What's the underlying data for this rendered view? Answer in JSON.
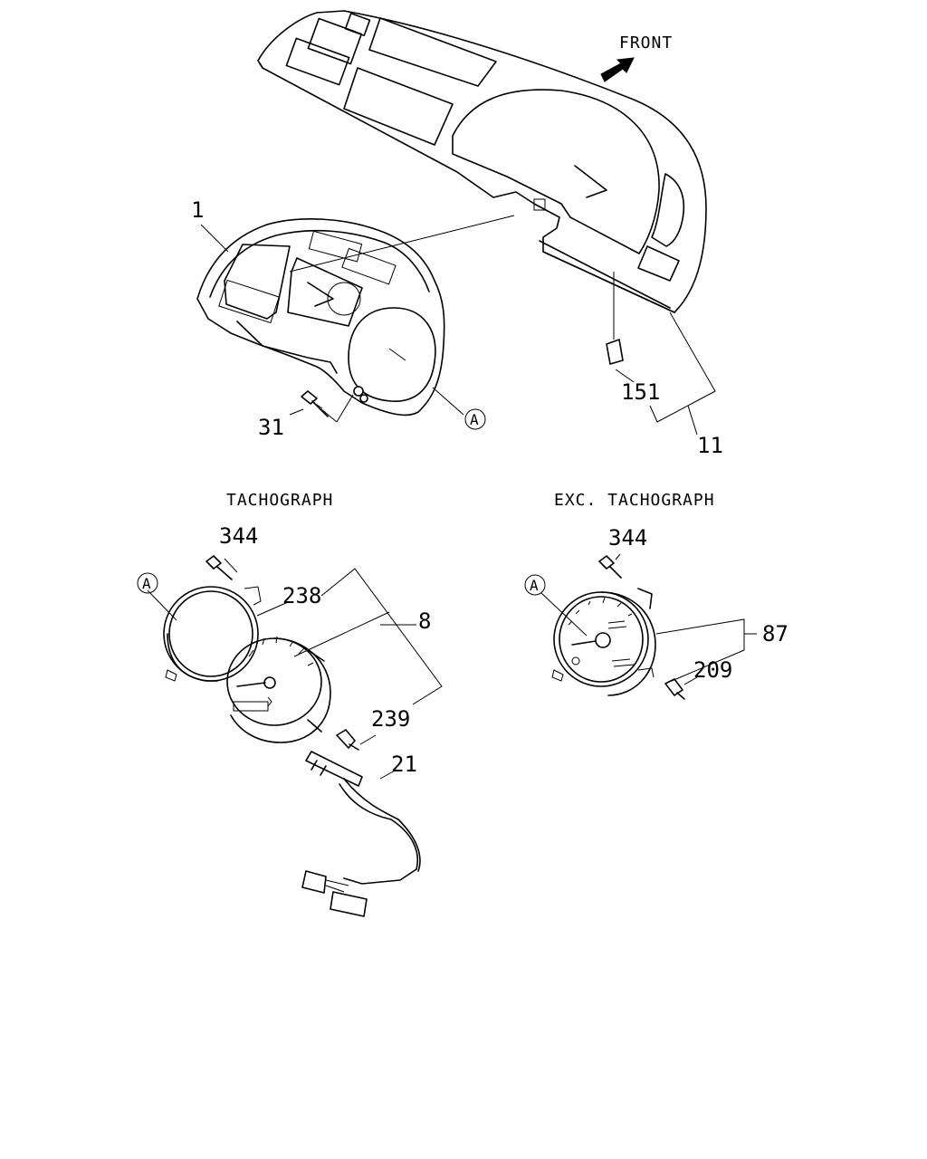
{
  "diagram": {
    "direction_label": "FRONT",
    "captions": {
      "tachograph": "TACHOGRAPH",
      "exc_tachograph": "EXC. TACHOGRAPH"
    },
    "callout_letter": "A",
    "parts": {
      "p1": "1",
      "p11": "11",
      "p151": "151",
      "p31": "31",
      "p344_left": "344",
      "p238": "238",
      "p8": "8",
      "p239": "239",
      "p21": "21",
      "p344_right": "344",
      "p87": "87",
      "p209": "209"
    }
  }
}
